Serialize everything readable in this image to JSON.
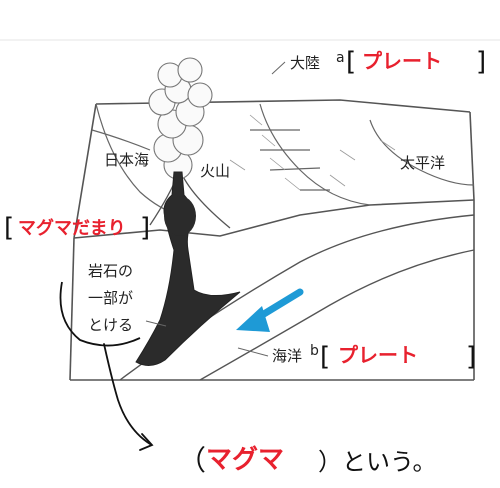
{
  "labels": {
    "continent_plate_prefix": "大陸",
    "continent_plate_letter": "a",
    "continent_plate_answer": "プレート",
    "japan_sea": "日本海",
    "volcano": "火山",
    "pacific_ocean": "太平洋",
    "magma_chamber_answer": "マグマだまり",
    "rock_melt_line1": "岩石の",
    "rock_melt_line2": "一部が",
    "rock_melt_line3": "とける",
    "ocean_plate_prefix": "海洋",
    "ocean_plate_letter": "b",
    "ocean_plate_answer": "プレート",
    "bottom_answer": "マグマ",
    "bottom_suffix": "）という。"
  },
  "colors": {
    "answer_red": "#e8212e",
    "arrow_blue": "#1e9ad6",
    "magma_dark": "#2b2b2b",
    "line": "#444444"
  },
  "icons": {
    "motion_arrow": "arrow-down-left-icon",
    "pointer_arrow": "curved-arrow-icon"
  }
}
